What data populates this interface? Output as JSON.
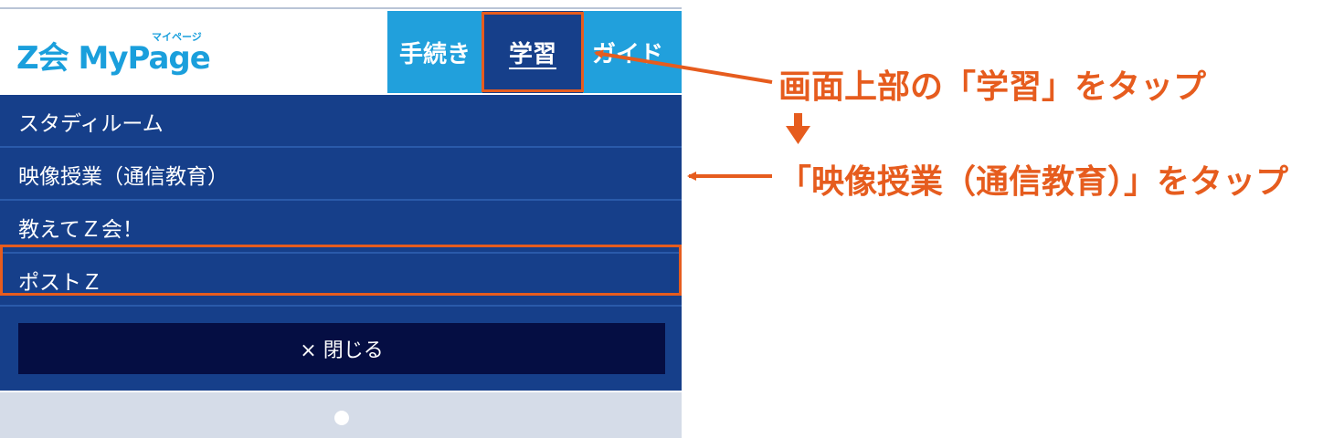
{
  "header": {
    "logo": "Z会 MyPage",
    "logo_sub": "マイページ"
  },
  "nav": {
    "tabs": [
      {
        "label": "手続き"
      },
      {
        "label": "学習",
        "active": true
      },
      {
        "label": "ガイド"
      }
    ]
  },
  "menu": {
    "items": [
      {
        "label": "スタディルーム"
      },
      {
        "label": "映像授業（通信教育）"
      },
      {
        "label": "教えてＺ会！"
      },
      {
        "label": "ポストＺ"
      }
    ],
    "close_label": "× 閉じる"
  },
  "annotations": {
    "step1": "画面上部の「学習」をタップ",
    "step2": "「映像授業（通信教育）」をタップ"
  },
  "colors": {
    "accent": "#e65c1e",
    "nav_blue": "#21a0dc",
    "menu_navy": "#163f8a",
    "close_button": "#050e43",
    "footer": "#d5dce8"
  }
}
